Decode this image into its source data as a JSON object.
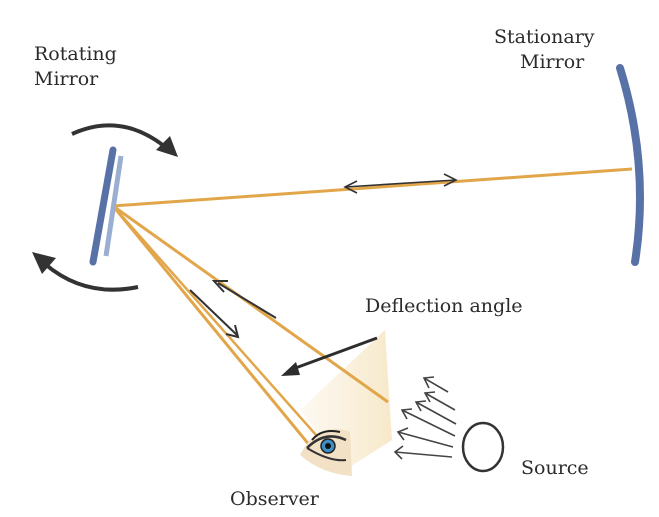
{
  "labels": {
    "rotating_mirror": [
      "Rotating",
      "Mirror"
    ],
    "stationary_mirror": [
      "Stationary",
      "Mirror"
    ],
    "deflection_angle": "Deflection angle",
    "source": "Source",
    "observer": "Observer"
  },
  "colors": {
    "beam": "#e2a64a",
    "mirror": "#5872a8",
    "mirror_ghost": "#9aaed2",
    "arrow": "#333333",
    "glow": "#f6e6c4",
    "eye_iris": "#3b8fc2"
  }
}
